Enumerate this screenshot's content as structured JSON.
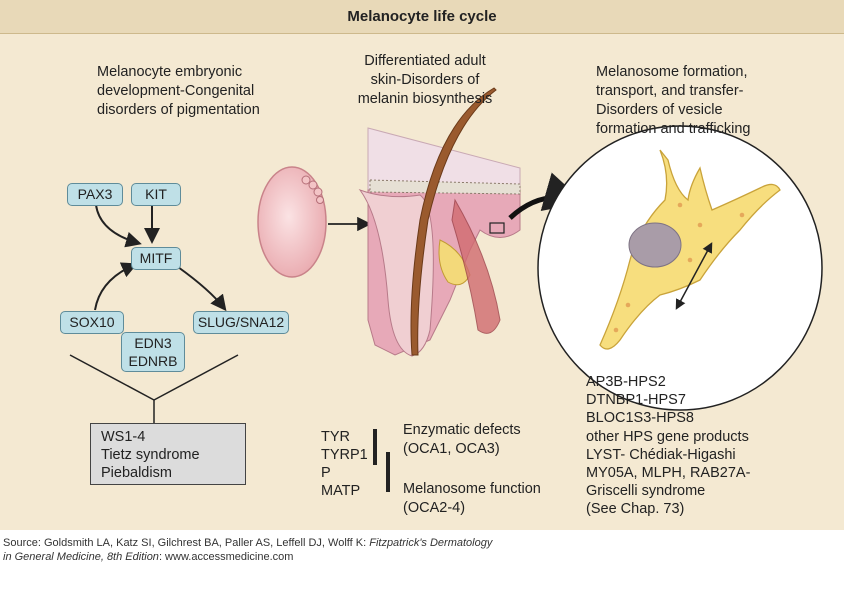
{
  "title": "Melanocyte life cycle",
  "left_caption": [
    "Melanocyte embryonic",
    "development-Congenital",
    "disorders of pigmentation"
  ],
  "middle_caption": [
    "Differentiated adult",
    "skin-Disorders of",
    "melanin biosynthesis"
  ],
  "right_caption": [
    "Melanosome formation,",
    "transport, and transfer-",
    "Disorders of vesicle",
    "formation and trafficking"
  ],
  "genes": {
    "pax3": "PAX3",
    "kit": "KIT",
    "mitf": "MITF",
    "sox10": "SOX10",
    "slug": "SLUG/SNA12",
    "edn3": "EDN3",
    "ednrb": "EDNRB"
  },
  "syndromes": [
    "WS1-4",
    "Tietz syndrome",
    "Piebaldism"
  ],
  "enzyme_genes": [
    "TYR",
    "TYRP1",
    "P",
    "MATP"
  ],
  "enzyme_groups": {
    "enzymatic": [
      "Enzymatic defects",
      "(OCA1, OCA3)"
    ],
    "melanosome": [
      "Melanosome function",
      "(OCA2-4)"
    ]
  },
  "trafficking_list": [
    "AP3B-HPS2",
    "DTNBP1-HPS7",
    "BLOC1S3-HPS8",
    "other HPS gene products",
    "LYST- Chédiak-Higashi",
    "MY05A, MLPH, RAB27A-",
    "Griscelli syndrome",
    "(See Chap. 73)"
  ],
  "source": {
    "prefix": "Source: Goldsmith LA, Katz SI, Gilchrest BA, Paller AS, Leffell DJ, Wolff K: ",
    "book": "Fitzpatrick's Dermatology",
    "book2": "in General Medicine, 8th Edition",
    "suffix": ": www.accessmedicine.com"
  },
  "colors": {
    "background": "#f4e9d2",
    "gene_fill": "#bfe0e7",
    "gene_border": "#5f8c9a",
    "melanocyte": "#f7de7e",
    "hair": "#9a5a2e",
    "skin": "#e9b7be"
  }
}
